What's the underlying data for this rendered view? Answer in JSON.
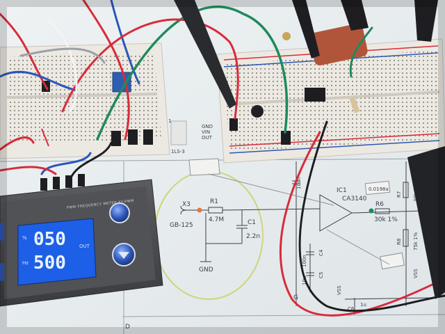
{
  "scene": {
    "colors": {
      "paper": "#eef2f3",
      "breadboard": "#ece9e2",
      "device_case": "#4a4c50",
      "lcd": "#1d5fe6",
      "wire_red": "#d82b3a",
      "wire_blue": "#2a57b8",
      "wire_green": "#1e8a5c",
      "highlight": "#cdd67a"
    }
  },
  "schematic": {
    "x3_label": "X3",
    "crystal_part": "GB-125",
    "r1_label": "R1",
    "r1_value": "4.7M",
    "c1_label": "C1",
    "c1_value": "2.2n",
    "gnd_label": "GND",
    "ic1_label": "IC1",
    "ic1_part": "CA3140",
    "r6_label": "R6",
    "r6_value": "30k 1%",
    "r7_label": "R7",
    "r7_value": "30k 1%",
    "r8_label": "R8",
    "r8_value": "75k 1%",
    "c4_label": "C4",
    "c4_value": "100n",
    "c5_label": "C5",
    "c5_value": "10u",
    "c6_label": "C6",
    "c6_value": "1u",
    "cap_top_value": "100n",
    "vss_label": "VSS",
    "vss_label_2": "VSS",
    "reg_pin_gnd": "GND",
    "reg_pin_vin": "VIN",
    "reg_pin_out": "OUT",
    "reg_label": "1",
    "reg_part": "1LS-3",
    "border_letter": "D",
    "border_letter_2": "G",
    "tag_voltage": "0.0198a"
  },
  "device": {
    "title": "PWM FREQUENCY METER XY-PWM",
    "duty_digits": "050",
    "freq_digits": "500",
    "duty_unit": "%",
    "freq_unit": "Hz",
    "out_label": "OUT"
  }
}
